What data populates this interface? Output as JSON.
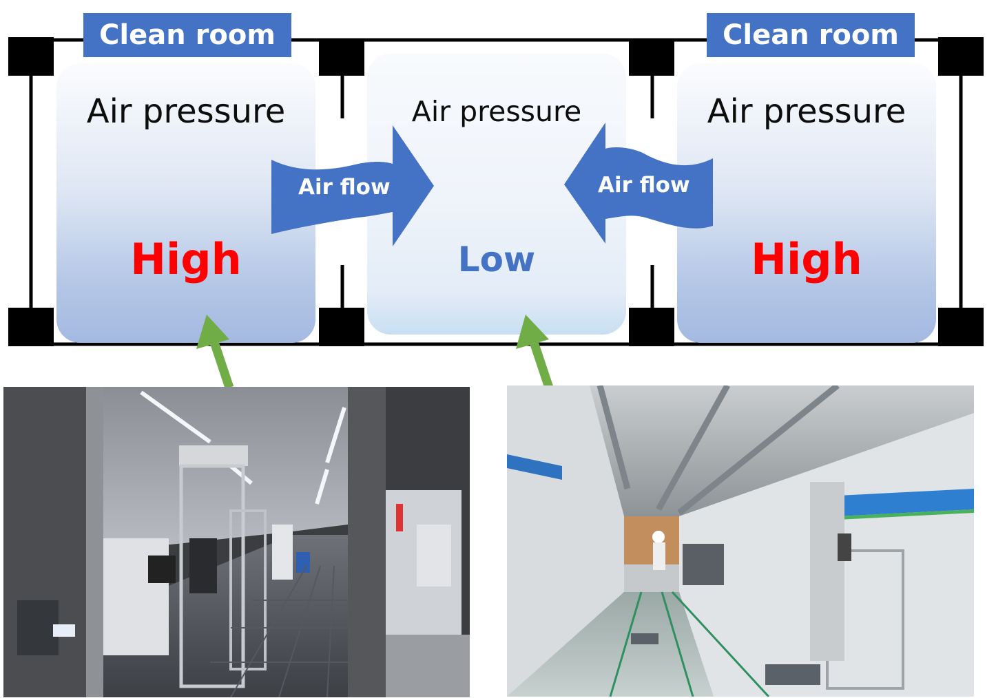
{
  "diagram": {
    "left_room": {
      "badge": "Clean room",
      "title": "Air pressure",
      "pressure": "High"
    },
    "center_room": {
      "title": "Air pressure",
      "pressure": "Low"
    },
    "right_room": {
      "badge": "Clean room",
      "title": "Air pressure",
      "pressure": "High"
    },
    "flow_left": "Air flow",
    "flow_right": "Air flow"
  },
  "colors": {
    "badge": "#4472c4",
    "high": "#ff0000",
    "low": "#4472c4",
    "pointer_arrow": "#70ad47",
    "frame": "#000000"
  },
  "photos": {
    "left": "clean-room-photo",
    "right": "corridor-photo"
  }
}
